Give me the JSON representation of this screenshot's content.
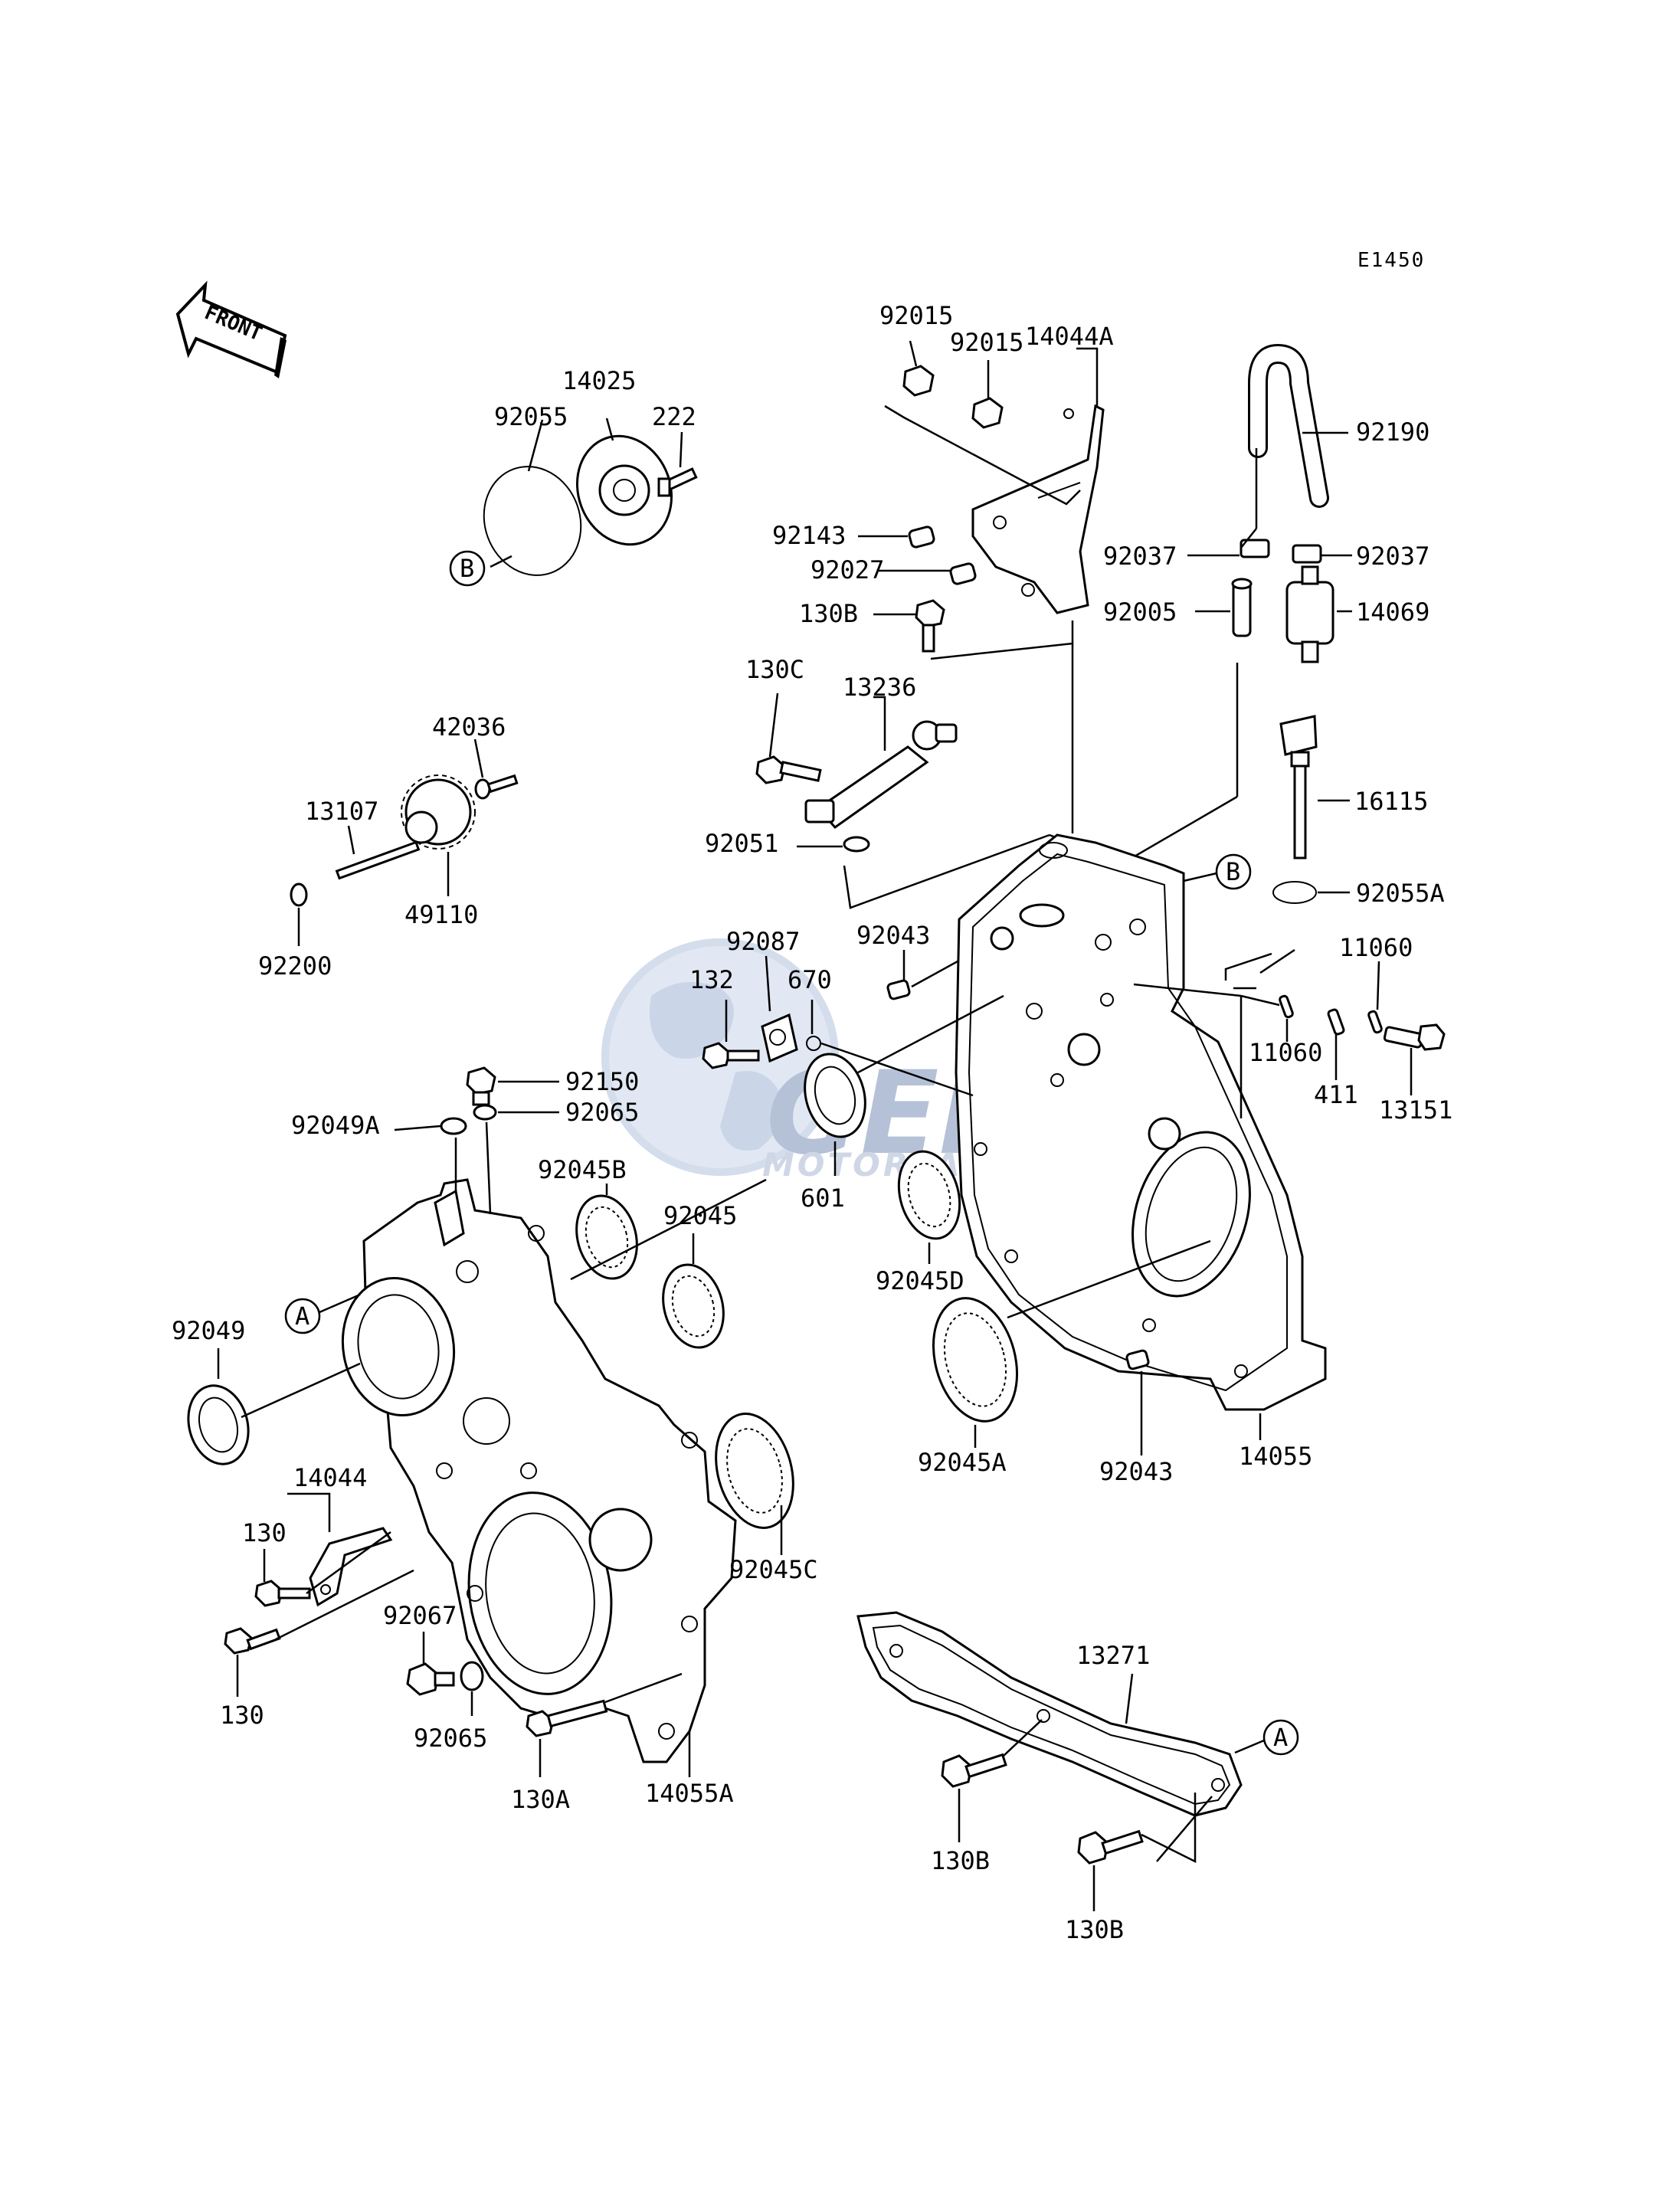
{
  "diagram_code": "E1450",
  "front_arrow": "FRONT",
  "watermark": {
    "brand": "GEM",
    "sub": "MOTORPARTS",
    "color": "#6f86b0"
  },
  "callouts": {
    "A": "A",
    "B": "B"
  },
  "labels": {
    "p92015_a": "92015",
    "p92015_b": "92015",
    "p14044A": "14044A",
    "p92190": "92190",
    "p14025": "14025",
    "p92055": "92055",
    "p222": "222",
    "p92143": "92143",
    "p92027": "92027",
    "p130B_top": "130B",
    "p92037_l": "92037",
    "p92037_r": "92037",
    "p92005": "92005",
    "p14069": "14069",
    "p130C": "130C",
    "p13236": "13236",
    "p42036": "42036",
    "p13107": "13107",
    "p49110": "49110",
    "p92200": "92200",
    "p16115": "16115",
    "p92051": "92051",
    "p92055A": "92055A",
    "p92043_top": "92043",
    "p92087": "92087",
    "p132": "132",
    "p670": "670",
    "p11060_top": "11060",
    "p11060_mid": "11060",
    "p411": "411",
    "p13151": "13151",
    "p92150": "92150",
    "p92049A": "92049A",
    "p92065_top": "92065",
    "p92045B": "92045B",
    "p601": "601",
    "p92045": "92045",
    "p92045D": "92045D",
    "p92049": "92049",
    "p92045A": "92045A",
    "p92043_bot": "92043",
    "p14055": "14055",
    "p14044": "14044",
    "p130_a": "130",
    "p92045C": "92045C",
    "p92067": "92067",
    "p130_b": "130",
    "p92065_bot": "92065",
    "p130A": "130A",
    "p14055A": "14055A",
    "p13271": "13271",
    "p130B_b1": "130B",
    "p130B_b2": "130B"
  }
}
